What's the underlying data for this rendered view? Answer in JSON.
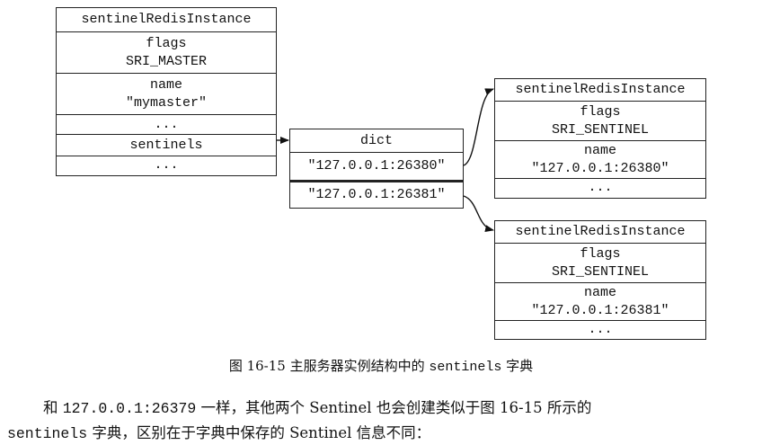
{
  "master": {
    "title": "sentinelRedisInstance",
    "flags_label": "flags",
    "flags_value": "SRI_MASTER",
    "name_label": "name",
    "name_value": "\"mymaster\"",
    "ellipsis1": "...",
    "sentinels_label": "sentinels",
    "ellipsis2": "..."
  },
  "dict": {
    "title": "dict",
    "key1": "\"127.0.0.1:26380\"",
    "key2": "\"127.0.0.1:26381\""
  },
  "sentinel1": {
    "title": "sentinelRedisInstance",
    "flags_label": "flags",
    "flags_value": "SRI_SENTINEL",
    "name_label": "name",
    "name_value": "\"127.0.0.1:26380\"",
    "ellipsis": "..."
  },
  "sentinel2": {
    "title": "sentinelRedisInstance",
    "flags_label": "flags",
    "flags_value": "SRI_SENTINEL",
    "name_label": "name",
    "name_value": "\"127.0.0.1:26381\"",
    "ellipsis": "..."
  },
  "caption": {
    "prefix": "图 16-15   主服务器实例结构中的 ",
    "code": "sentinels",
    "suffix": " 字典"
  },
  "paragraph": {
    "line1_a": "和 ",
    "line1_code": "127.0.0.1:26379",
    "line1_b": " 一样，其他两个 Sentinel 也会创建类似于图 16-15 所示的",
    "line2_code": "sentinels",
    "line2_b": " 字典，区别在于字典中保存的 Sentinel 信息不同："
  }
}
